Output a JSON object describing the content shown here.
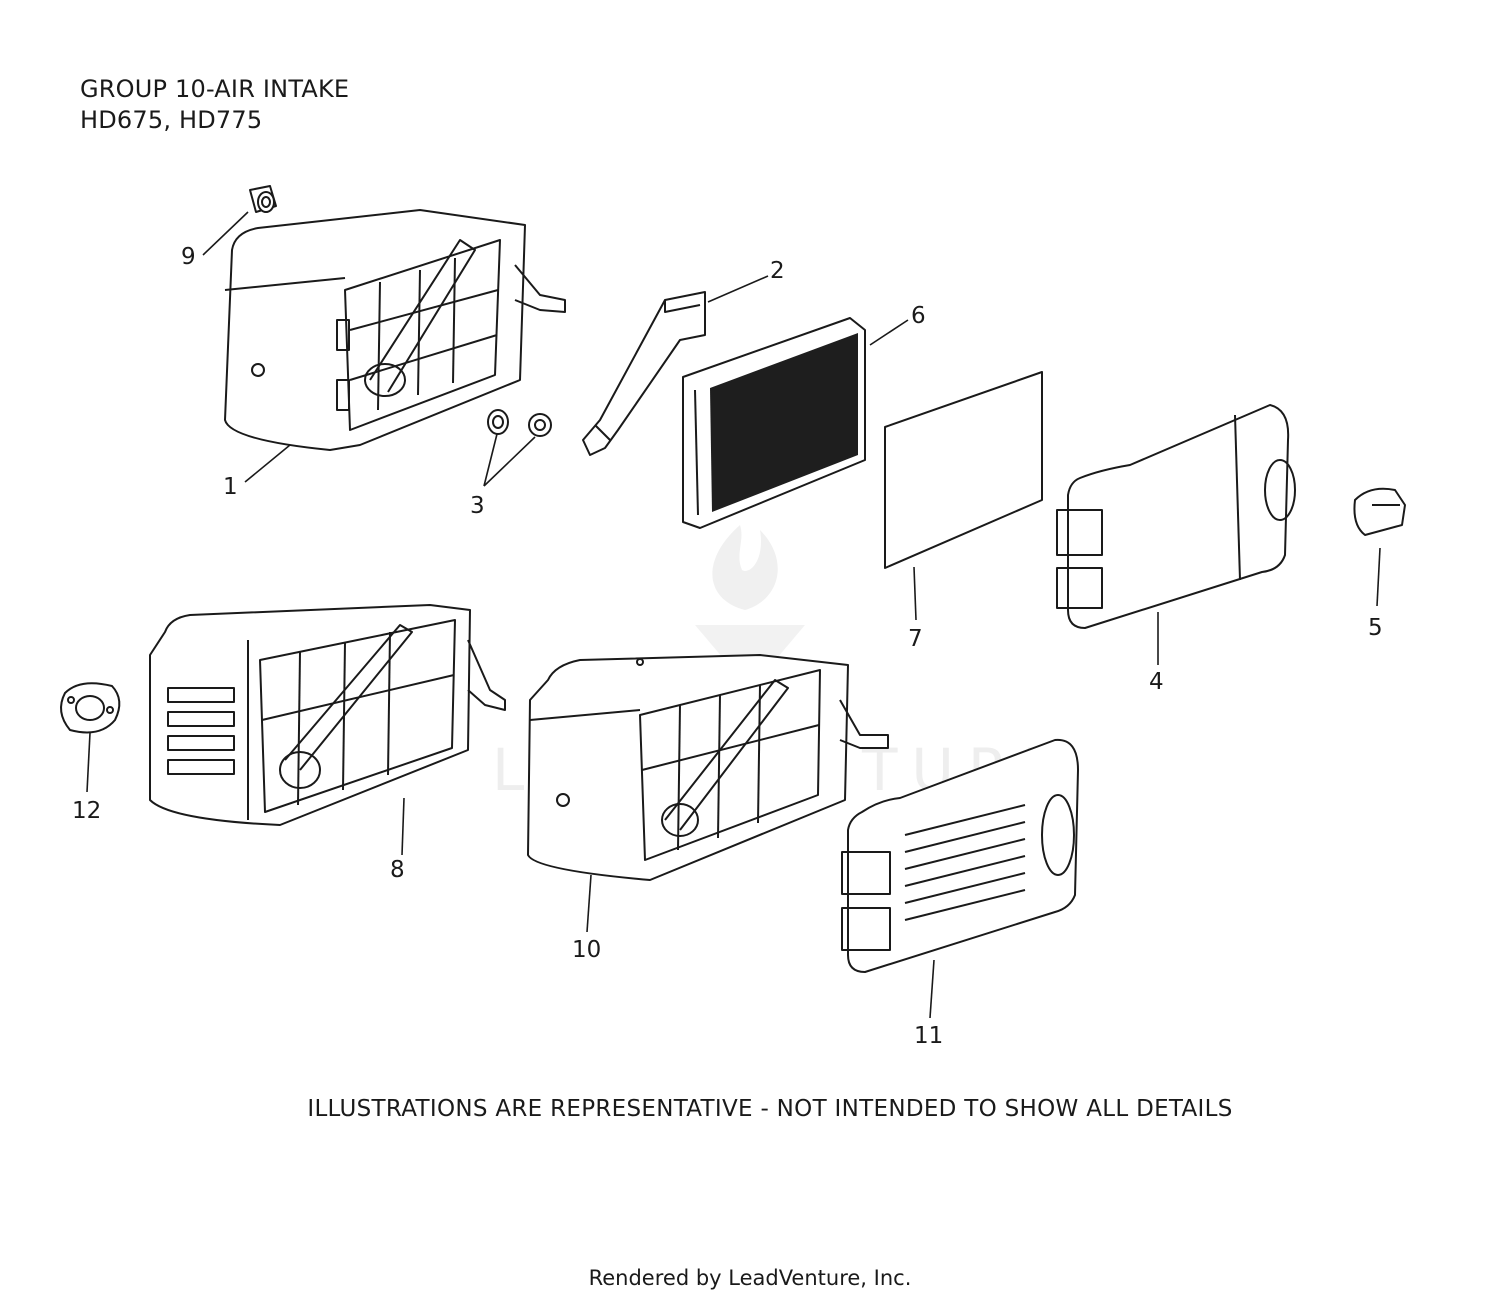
{
  "header": {
    "group_title": "GROUP 10-AIR INTAKE",
    "models": "HD675, HD775"
  },
  "footer": {
    "note": "ILLUSTRATIONS ARE REPRESENTATIVE - NOT INTENDED TO SHOW ALL DETAILS",
    "credit": "Rendered by LeadVenture, Inc."
  },
  "watermark": "LEADVENTURE",
  "callouts": [
    "1",
    "2",
    "3",
    "4",
    "5",
    "6",
    "7",
    "8",
    "9",
    "10",
    "11",
    "12"
  ]
}
